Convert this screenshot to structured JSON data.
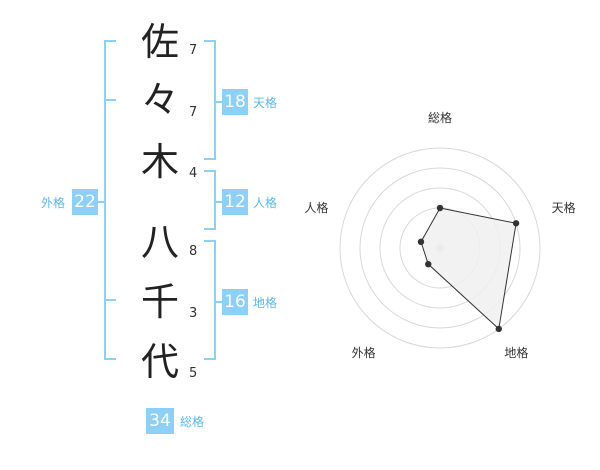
{
  "name": {
    "characters": [
      {
        "char": "佐",
        "strokes": "7"
      },
      {
        "char": "々",
        "strokes": "7"
      },
      {
        "char": "木",
        "strokes": "4"
      },
      {
        "char": "八",
        "strokes": "8"
      },
      {
        "char": "千",
        "strokes": "3"
      },
      {
        "char": "代",
        "strokes": "5"
      }
    ]
  },
  "fortunes": {
    "tenkaku": {
      "value": "18",
      "label": "天格"
    },
    "jinkaku": {
      "value": "12",
      "label": "人格"
    },
    "chikaku": {
      "value": "16",
      "label": "地格"
    },
    "gaikaku": {
      "value": "22",
      "label": "外格"
    },
    "soukaku": {
      "value": "34",
      "label": "総格"
    }
  },
  "colors": {
    "accent": "#8cd0f8",
    "accent_text": "#5bb8ee",
    "radar_fill": "#f0f0f0"
  },
  "chart_data": {
    "type": "radar",
    "axes": [
      "総格",
      "天格",
      "地格",
      "外格",
      "人格"
    ],
    "values": [
      2,
      4,
      5,
      1,
      1
    ],
    "max": 5,
    "rings": 5
  }
}
